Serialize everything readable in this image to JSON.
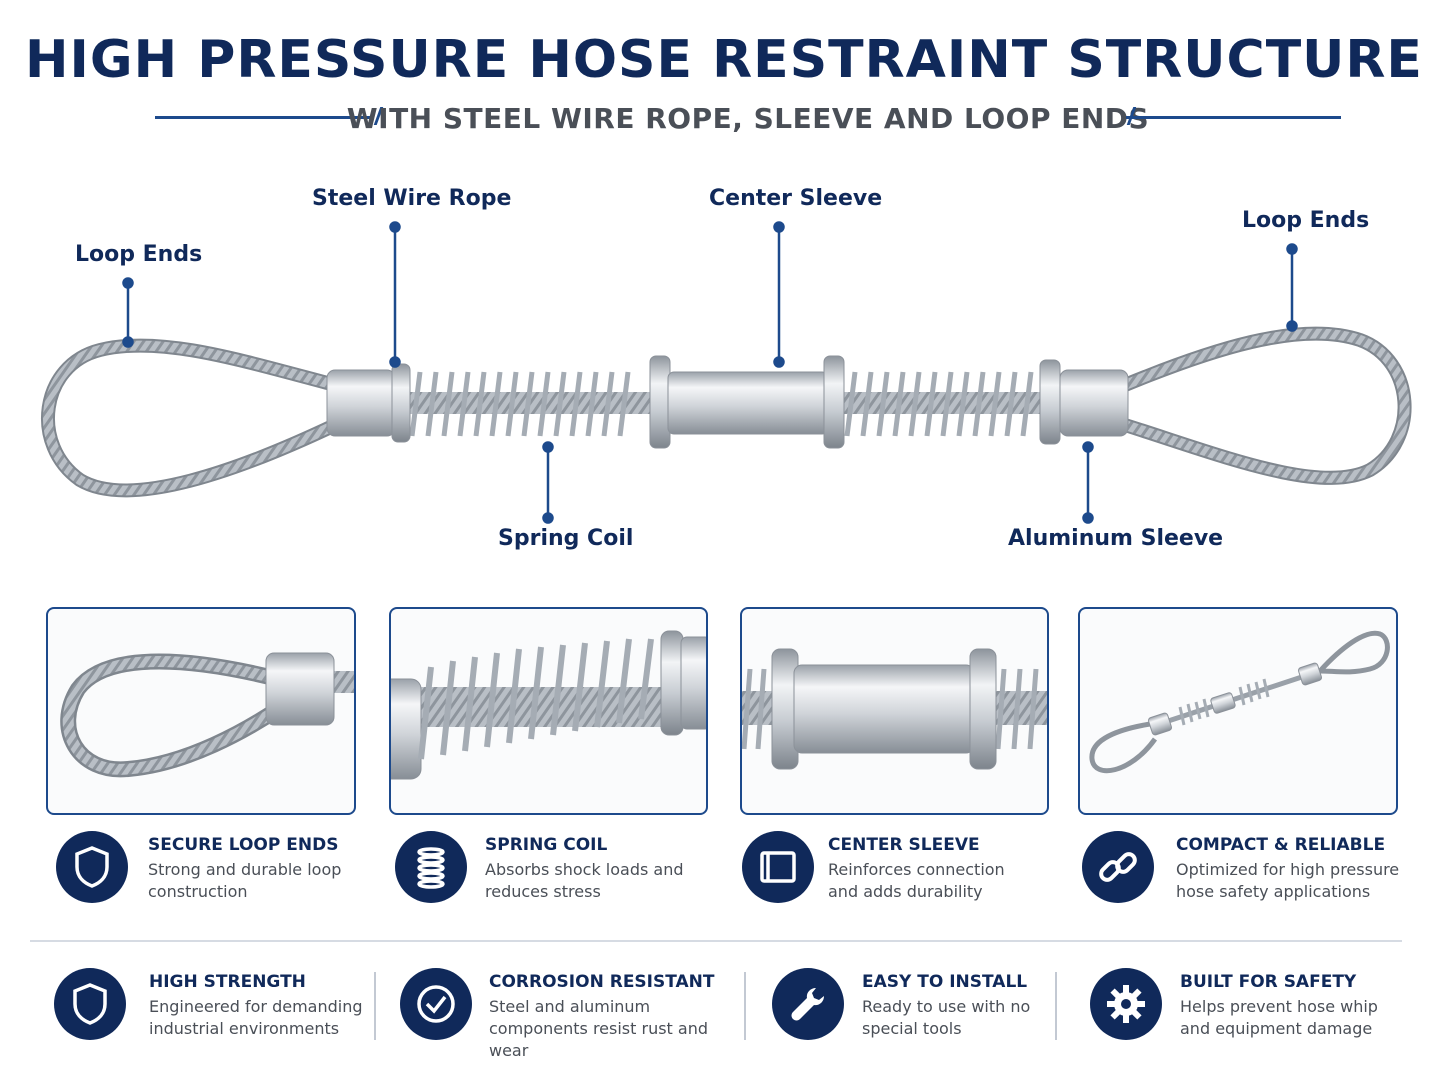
{
  "header": {
    "title": "HIGH PRESSURE HOSE RESTRAINT STRUCTURE",
    "subtitle": "WITH STEEL WIRE ROPE, SLEEVE AND LOOP ENDS"
  },
  "callouts": {
    "loop_ends_left": "Loop Ends",
    "steel_wire_rope": "Steel Wire Rope",
    "center_sleeve": "Center Sleeve",
    "loop_ends_right": "Loop Ends",
    "spring_coil": "Spring Coil",
    "aluminum_sleeve": "Aluminum Sleeve"
  },
  "features_top": [
    {
      "icon": "shield-icon",
      "title": "SECURE LOOP ENDS",
      "desc": "Strong and durable loop construction"
    },
    {
      "icon": "spring-icon",
      "title": "SPRING COIL",
      "desc": "Absorbs shock loads and reduces stress"
    },
    {
      "icon": "sleeve-icon",
      "title": "CENTER SLEEVE",
      "desc": "Reinforces connection and adds durability"
    },
    {
      "icon": "link-icon",
      "title": "COMPACT & RELIABLE",
      "desc": "Optimized for high pressure hose safety applications"
    }
  ],
  "features_bottom": [
    {
      "icon": "shield-icon",
      "title": "HIGH STRENGTH",
      "desc": "Engineered for demanding industrial environments"
    },
    {
      "icon": "check-badge-icon",
      "title": "CORROSION RESISTANT",
      "desc": "Steel and aluminum components resist rust and wear"
    },
    {
      "icon": "wrench-icon",
      "title": "EASY TO INSTALL",
      "desc": "Ready to use with no special tools"
    },
    {
      "icon": "gear-icon",
      "title": "BUILT FOR SAFETY",
      "desc": "Helps prevent hose whip and equipment damage"
    }
  ],
  "colors": {
    "navy": "#10295a",
    "accent": "#1d4a8c",
    "steel": "#b8bec6"
  }
}
